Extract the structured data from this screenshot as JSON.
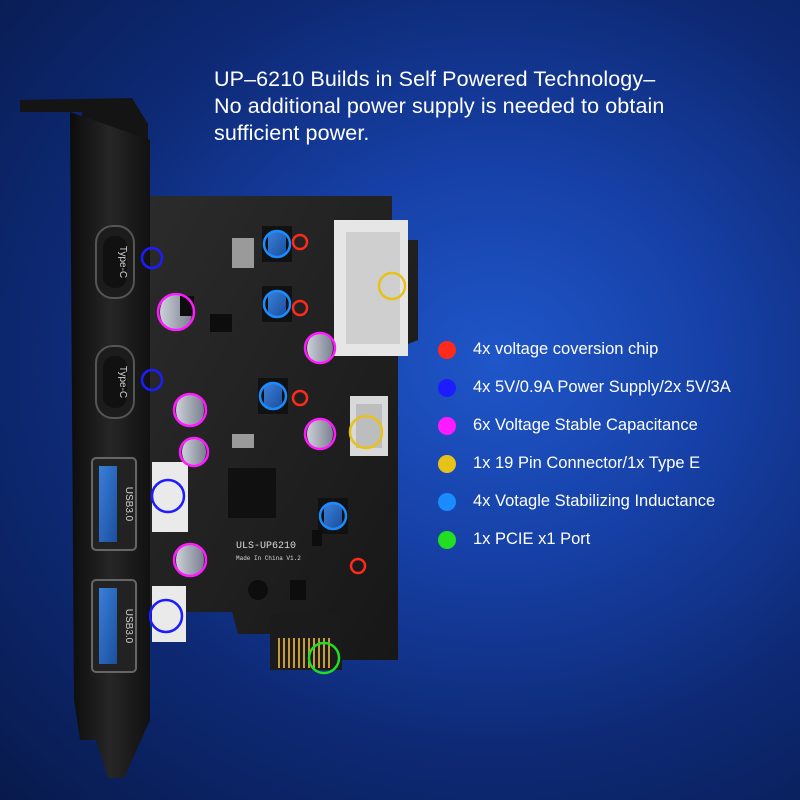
{
  "headline": {
    "lines": [
      "UP–6210 Builds in Self Powered Technology–",
      "No additional power supply is needed to obtain",
      "sufficient power."
    ]
  },
  "card": {
    "ports": [
      {
        "label": "Type-C"
      },
      {
        "label": "Type-C"
      },
      {
        "label": "USB3.0"
      },
      {
        "label": "USB3.0"
      }
    ],
    "silkscreen_model": "ULS-UP6210",
    "silkscreen_origin": "Made In China V1.2"
  },
  "legend": {
    "items": [
      {
        "label": "4x voltage coversion chip",
        "color": "#ff2a1a"
      },
      {
        "label": "4x 5V/0.9A Power Supply/2x 5V/3A",
        "color": "#1c1cff"
      },
      {
        "label": "6x Voltage Stable Capacitance",
        "color": "#ff1aff"
      },
      {
        "label": "1x 19 Pin Connector/1x Type E",
        "color": "#e6c21a"
      },
      {
        "label": "4x Votagle Stabilizing Inductance",
        "color": "#1a8cff"
      },
      {
        "label": "1x PCIE x1 Port",
        "color": "#22dd22"
      }
    ]
  }
}
